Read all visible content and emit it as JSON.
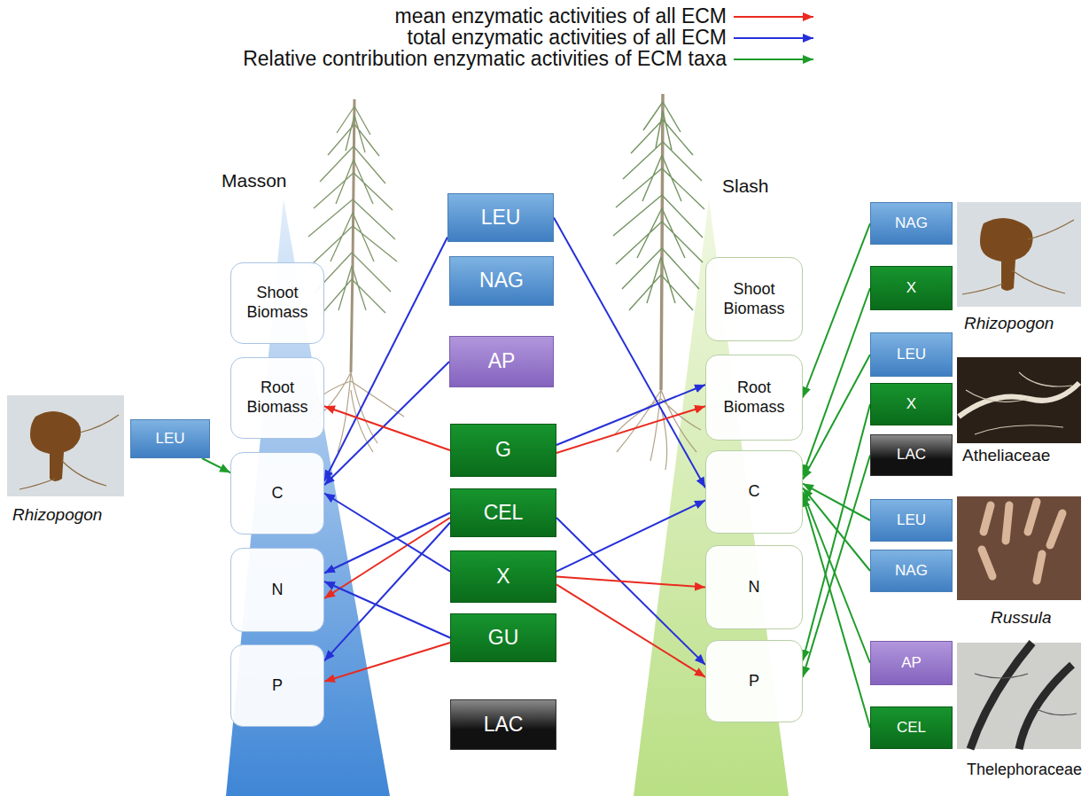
{
  "diagram": {
    "nodes": [
      {
        "text": [
          "Shoot Biomass"
        ]
      },
      {
        "text": [
          "Root Biomass"
        ]
      },
      {
        "text": [
          "C"
        ]
      },
      {
        "text": [
          "N"
        ]
      },
      {
        "text": [
          "P"
        ]
      },
      {
        "text": [
          "LEU"
        ]
      },
      {
        "text": [
          "NAG"
        ]
      },
      {
        "text": [
          "AP"
        ]
      },
      {
        "text": [
          "G"
        ]
      },
      {
        "text": [
          "CEL"
        ]
      },
      {
        "text": [
          "X"
        ]
      },
      {
        "text": [
          "GU"
        ]
      },
      {
        "text": [
          "LAC"
        ]
      },
      {
        "text": [
          "Shoot Biomass"
        ]
      },
      {
        "text": [
          "Root Biomass"
        ]
      },
      {
        "text": [
          "C"
        ]
      },
      {
        "text": [
          "N"
        ]
      },
      {
        "text": [
          "P"
        ]
      },
      {
        "text": [
          "LEU"
        ]
      },
      {
        "text": [
          "NAG"
        ]
      },
      {
        "text": [
          "X"
        ]
      },
      {
        "text": [
          "LEU"
        ]
      },
      {
        "text": [
          "X"
        ]
      },
      {
        "text": [
          "LAC"
        ]
      },
      {
        "text": [
          "LEU"
        ]
      },
      {
        "text": [
          "NAG"
        ]
      },
      {
        "text": [
          "AP"
        ]
      },
      {
        "text": [
          "CEL"
        ]
      }
    ],
    "edges": [
      {
        "from": 5,
        "to": 2,
        "arrow": "to"
      },
      {
        "from": 5,
        "to": 15,
        "arrow": "to"
      },
      {
        "from": 7,
        "to": 2,
        "arrow": "to"
      },
      {
        "from": 8,
        "to": 1,
        "arrow": "to"
      },
      {
        "from": 8,
        "to": 14,
        "arrow": "to"
      },
      {
        "from": 8,
        "to": 14,
        "arrow": "to"
      },
      {
        "from": 9,
        "to": 3,
        "arrow": "to"
      },
      {
        "from": 9,
        "to": 3,
        "arrow": "to"
      },
      {
        "from": 9,
        "to": 4,
        "arrow": "to"
      },
      {
        "from": 9,
        "to": 17,
        "arrow": "to"
      },
      {
        "from": 10,
        "to": 2,
        "arrow": "to"
      },
      {
        "from": 10,
        "to": 15,
        "arrow": "to"
      },
      {
        "from": 10,
        "to": 16,
        "arrow": "to"
      },
      {
        "from": 10,
        "to": 17,
        "arrow": "to"
      },
      {
        "from": 11,
        "to": 3,
        "arrow": "to"
      },
      {
        "from": 11,
        "to": 4,
        "arrow": "to"
      },
      {
        "from": 18,
        "to": 2,
        "arrow": "to"
      },
      {
        "from": 19,
        "to": 14,
        "arrow": "to"
      },
      {
        "from": 20,
        "to": 15,
        "arrow": "to"
      },
      {
        "from": 21,
        "to": 15,
        "arrow": "to"
      },
      {
        "from": 22,
        "to": 17,
        "arrow": "to"
      },
      {
        "from": 23,
        "to": 17,
        "arrow": "to"
      },
      {
        "from": 24,
        "to": 15,
        "arrow": "to"
      },
      {
        "from": 25,
        "to": 15,
        "arrow": "to"
      },
      {
        "from": 26,
        "to": 15,
        "arrow": "to"
      },
      {
        "from": 27,
        "to": 15,
        "arrow": "to"
      }
    ],
    "labels": [
      "Masson",
      "Slash",
      "Rhizopogon",
      "Rhizopogon",
      "Atheliaceae",
      "Russula",
      "Thelephoraceae"
    ],
    "legend": [
      {
        "text": "mean enzymatic activities of all ECM"
      },
      {
        "text": "total enzymatic activities of all ECM"
      },
      {
        "text": "Relative contribution enzymatic activities of ECM taxa"
      }
    ]
  }
}
